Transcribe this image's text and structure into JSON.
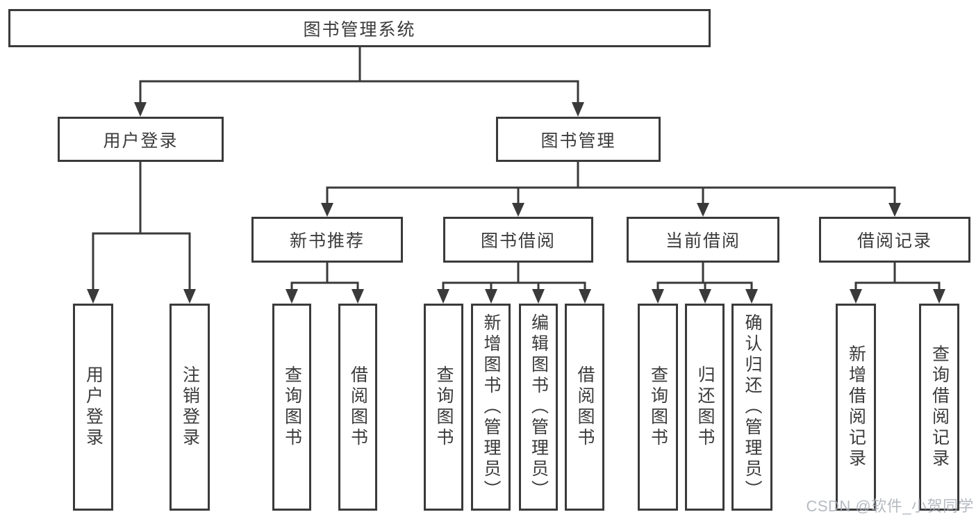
{
  "diagram": {
    "root": {
      "label": "图书管理系统"
    },
    "level2": [
      {
        "label": "用户登录"
      },
      {
        "label": "图书管理"
      }
    ],
    "level3": [
      {
        "label": "新书推荐"
      },
      {
        "label": "图书借阅"
      },
      {
        "label": "当前借阅"
      },
      {
        "label": "借阅记录"
      }
    ],
    "leaves": {
      "user_login": [
        "用户登录",
        "注销登录"
      ],
      "new_book": [
        "查询图书",
        "借阅图书"
      ],
      "book_borrow": [
        "查询图书",
        "新增图书（管理员）",
        "编辑图书（管理员）",
        "借阅图书"
      ],
      "current_borrow": [
        "查询图书",
        "归还图书",
        "确认归还（管理员）"
      ],
      "borrow_record": [
        "新增借阅记录",
        "查询借阅记录"
      ]
    },
    "colors": {
      "line": "#3a3a3a",
      "box_border": "#3a3a3a",
      "text": "#3b3b3b",
      "watermark": "#a9aeb6",
      "background": "#ffffff"
    }
  },
  "watermark": {
    "text": "CSDN @软件_小贺同学"
  }
}
